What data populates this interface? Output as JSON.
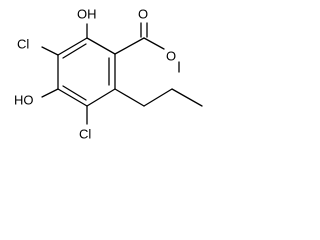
{
  "structure": {
    "atoms": {
      "oh_top": "OH",
      "carbonyl_o": "O",
      "ring_o": "O",
      "cl_top": "Cl",
      "oh_left": "HO",
      "cl_bottom": "Cl"
    }
  }
}
